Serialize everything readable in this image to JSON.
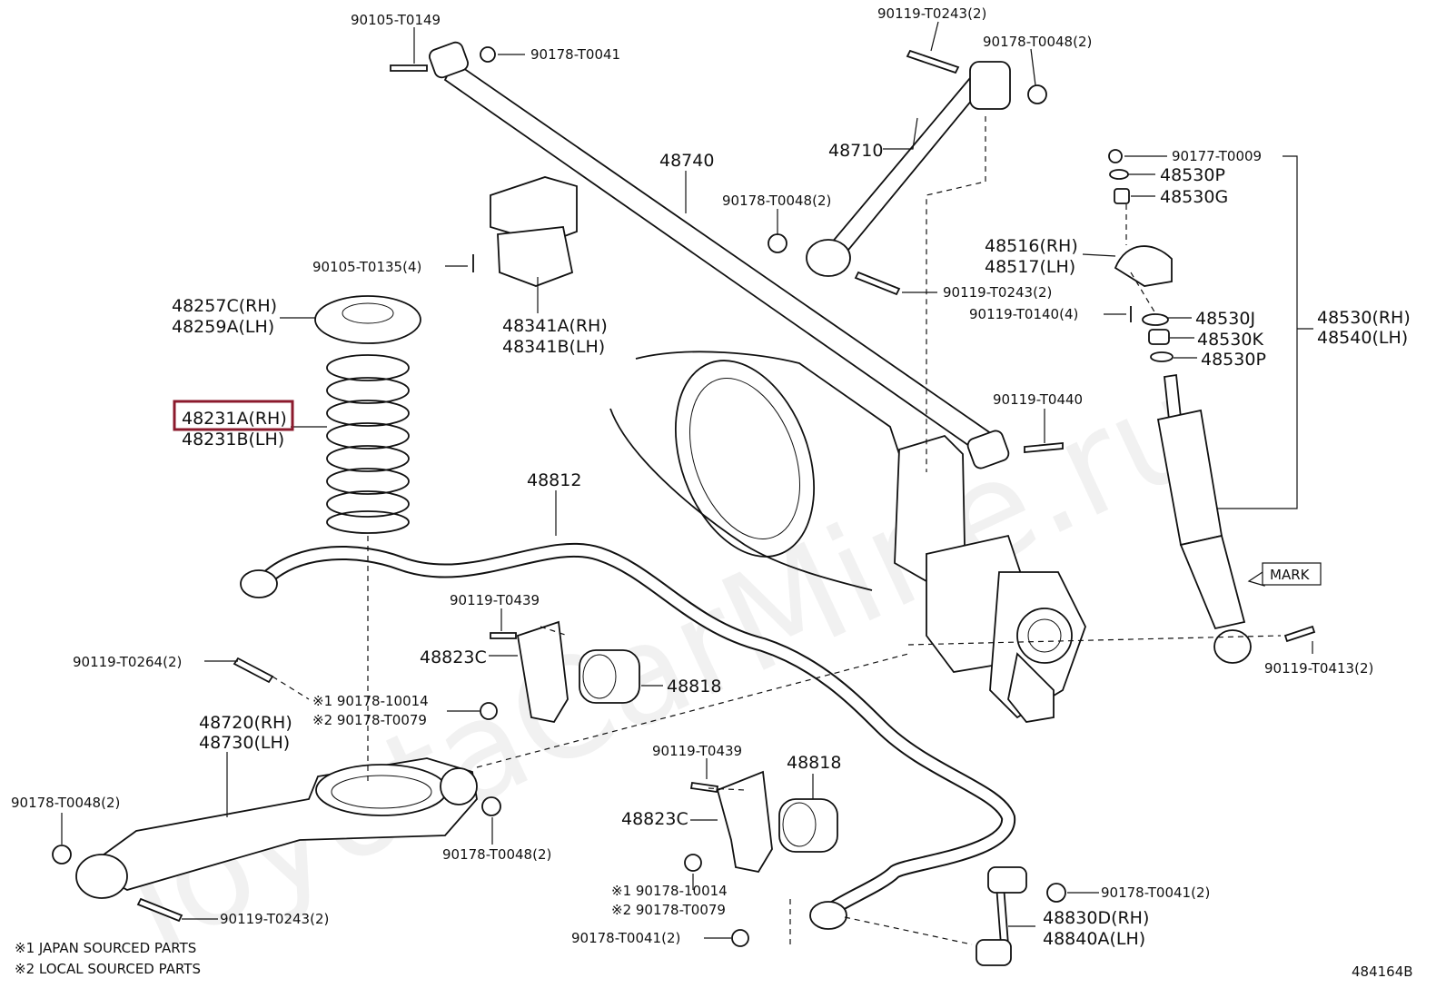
{
  "watermark": "ToyotaCarMine.ru",
  "drawing_number": "484164B",
  "footnotes": [
    "※1 JAPAN SOURCED PARTS",
    "※2 LOCAL SOURCED PARTS"
  ],
  "highlighted_part": "48231A(RH)",
  "labels": {
    "p_90105_T0149": "90105-T0149",
    "p_90178_T0041_top": "90178-T0041",
    "p_90119_T0243_2_top": "90119-T0243(2)",
    "p_90178_T0048_2_top": "90178-T0048(2)",
    "p_48740": "48740",
    "p_48710": "48710",
    "p_90178_T0048_2_mid": "90178-T0048(2)",
    "p_90177_T0009": "90177-T0009",
    "p_48530P_top": "48530P",
    "p_48530G": "48530G",
    "p_48516_RH": "48516(RH)",
    "p_48517_LH": "48517(LH)",
    "p_90105_T0135_4": "90105-T0135(4)",
    "p_90119_T0243_2_mid": "90119-T0243(2)",
    "p_48257C_RH": "48257C(RH)",
    "p_48259A_LH": "48259A(LH)",
    "p_90119_T0140_4": "90119-T0140(4)",
    "p_48530J": "48530J",
    "p_48530_RH": "48530(RH)",
    "p_48540_LH": "48540(LH)",
    "p_48341A_RH": "48341A(RH)",
    "p_48341B_LH": "48341B(LH)",
    "p_48530K": "48530K",
    "p_48530P_bot": "48530P",
    "p_48231A_RH": "48231A(RH)",
    "p_48231B_LH": "48231B(LH)",
    "p_90119_T0440": "90119-T0440",
    "p_48812": "48812",
    "p_mark": "MARK",
    "p_90119_T0439_top": "90119-T0439",
    "p_48823C_top": "48823C",
    "p_48818_top": "48818",
    "p_90119_T0264_2": "90119-T0264(2)",
    "p_90119_T0413_2": "90119-T0413(2)",
    "p_ref1_90178_10014_top": "※1 90178-10014",
    "p_ref2_90178_T0079_top": "※2 90178-T0079",
    "p_48720_RH": "48720(RH)",
    "p_48730_LH": "48730(LH)",
    "p_90119_T0439_bot": "90119-T0439",
    "p_48818_bot": "48818",
    "p_90178_T0048_2_left": "90178-T0048(2)",
    "p_48823C_bot": "48823C",
    "p_90178_T0048_2_bot": "90178-T0048(2)",
    "p_ref1_90178_10014_bot": "※1 90178-10014",
    "p_ref2_90178_T0079_bot": "※2 90178-T0079",
    "p_90178_T0041_2_right": "90178-T0041(2)",
    "p_48830D_RH": "48830D(RH)",
    "p_48840A_LH": "48840A(LH)",
    "p_90119_T0243_2_bot": "90119-T0243(2)",
    "p_90178_T0041_2_bot": "90178-T0041(2)"
  }
}
